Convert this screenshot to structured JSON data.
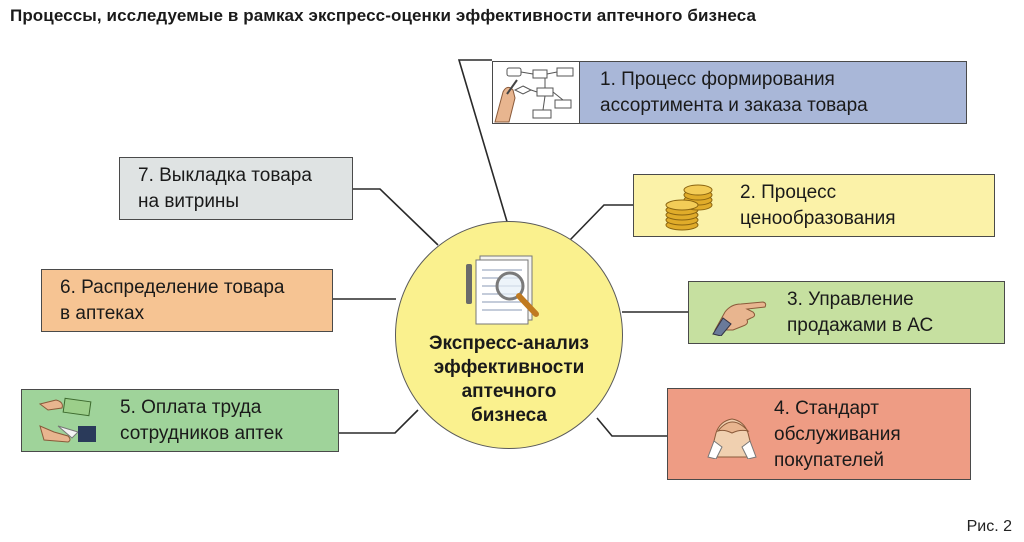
{
  "title": "Процессы, исследуемые в рамках экспресс-оценки эффективности аптечного бизнеса",
  "center": {
    "line1": "Экспресс-анализ",
    "line2": "эффективности",
    "line3": "аптечного",
    "line4": "бизнеса",
    "icon": "document-magnifier-icon"
  },
  "processes": [
    {
      "l1": "1. Процесс формирования",
      "l2": "ассортимента и заказа товара",
      "icon": "flowchart-hand-icon",
      "color": "#a9b7d8"
    },
    {
      "l1": "2. Процесс",
      "l2": "ценообразования",
      "icon": "coins-icon",
      "color": "#fbf2a8"
    },
    {
      "l1": "3. Управление",
      "l2": "продажами в АС",
      "icon": "pointing-hand-icon",
      "color": "#c6e0a0"
    },
    {
      "l1": "4. Стандарт",
      "l2": "обслуживания",
      "l3": "покупателей",
      "icon": "handshake-icon",
      "color": "#ee9c84"
    },
    {
      "l1": "5. Оплата труда",
      "l2": "сотрудников аптек",
      "icon": "money-hands-icon",
      "color": "#9fd39a"
    },
    {
      "l1": "6. Распределение товара",
      "l2": "в аптеках",
      "color": "#f6c493"
    },
    {
      "l1": "7. Выкладка товара",
      "l2": "на витрины",
      "color": "#dfe3e3"
    }
  ],
  "figure_label": "Рис. 2"
}
